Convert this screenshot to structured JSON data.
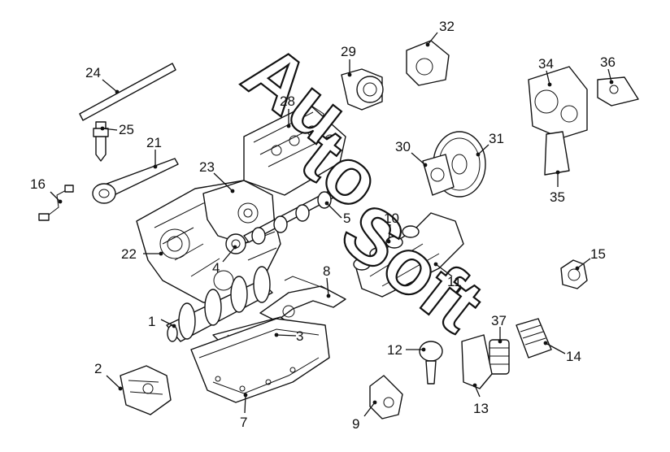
{
  "watermark": {
    "text_a": "Au",
    "text_b": "to",
    "text_c": "Soft"
  },
  "parts": [
    {
      "id": "1"
    },
    {
      "id": "2"
    },
    {
      "id": "3"
    },
    {
      "id": "4"
    },
    {
      "id": "5"
    },
    {
      "id": "7"
    },
    {
      "id": "8"
    },
    {
      "id": "9"
    },
    {
      "id": "10"
    },
    {
      "id": "11"
    },
    {
      "id": "12"
    },
    {
      "id": "13"
    },
    {
      "id": "14"
    },
    {
      "id": "15"
    },
    {
      "id": "16"
    },
    {
      "id": "21"
    },
    {
      "id": "22"
    },
    {
      "id": "23"
    },
    {
      "id": "24"
    },
    {
      "id": "25"
    },
    {
      "id": "28"
    },
    {
      "id": "29"
    },
    {
      "id": "30"
    },
    {
      "id": "31"
    },
    {
      "id": "32"
    },
    {
      "id": "34"
    },
    {
      "id": "35"
    },
    {
      "id": "36"
    },
    {
      "id": "37"
    }
  ]
}
